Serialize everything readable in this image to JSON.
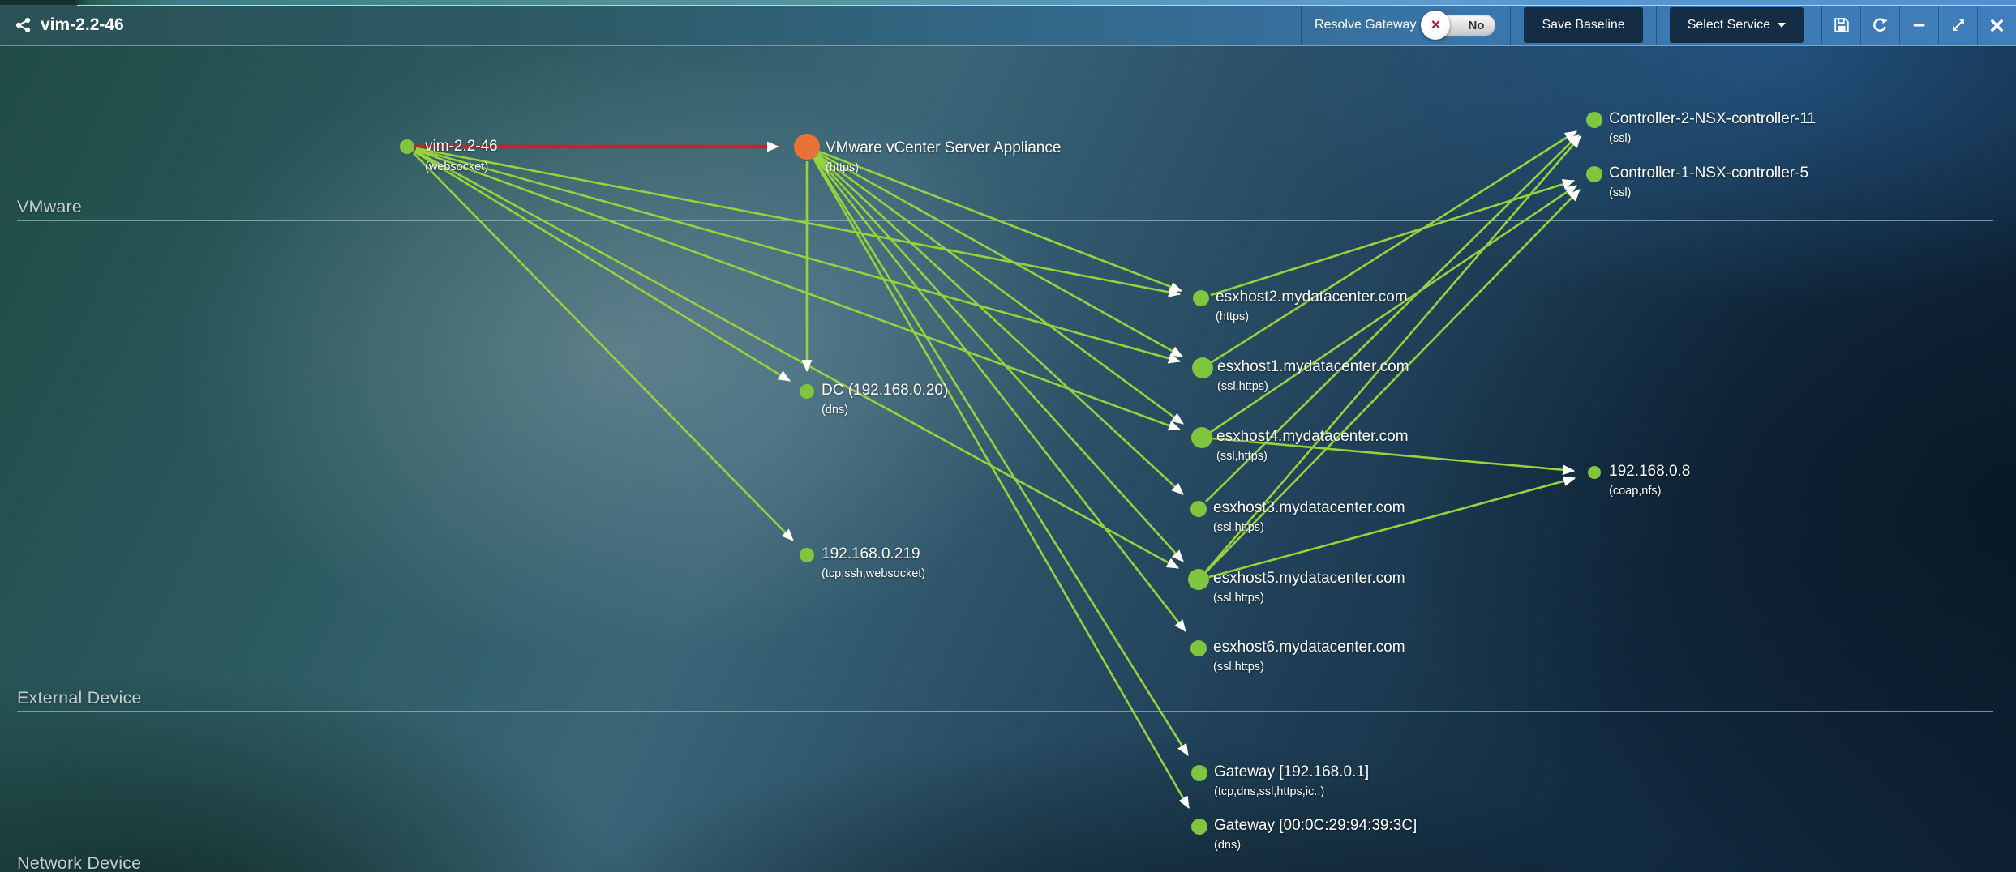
{
  "window": {
    "title": "vim-2.2-46"
  },
  "toolbar": {
    "resolve_gateway_label": "Resolve Gateway",
    "toggle_value": "No",
    "save_baseline_label": "Save Baseline",
    "select_service_label": "Select Service",
    "icons": [
      "save",
      "refresh",
      "minimize",
      "fullscreen",
      "close"
    ]
  },
  "sections": [
    {
      "label": "VMware"
    },
    {
      "label": "External Device"
    },
    {
      "label": "Network Device"
    }
  ],
  "graph": {
    "colors": {
      "node": "#7fc53d",
      "node_highlight": "#ea7138",
      "edge": "#97d23d",
      "edge_alert": "#c9251c",
      "arrow": "#ffffff"
    },
    "nodes": [
      {
        "id": "vim",
        "label": "vim-2.2-46",
        "sub": "(websocket)"
      },
      {
        "id": "vcenter",
        "label": "VMware vCenter Server Appliance",
        "sub": "(https)"
      },
      {
        "id": "controller2",
        "label": "Controller-2-NSX-controller-11",
        "sub": "(ssl)"
      },
      {
        "id": "controller1",
        "label": "Controller-1-NSX-controller-5",
        "sub": "(ssl)"
      },
      {
        "id": "esxhost2",
        "label": "esxhost2.mydatacenter.com",
        "sub": "(https)"
      },
      {
        "id": "esxhost1",
        "label": "esxhost1.mydatacenter.com",
        "sub": "(ssl,https)"
      },
      {
        "id": "esxhost4",
        "label": "esxhost4.mydatacenter.com",
        "sub": "(ssl,https)"
      },
      {
        "id": "esxhost3",
        "label": "esxhost3.mydatacenter.com",
        "sub": "(ssl,https)"
      },
      {
        "id": "esxhost5",
        "label": "esxhost5.mydatacenter.com",
        "sub": "(ssl,https)"
      },
      {
        "id": "esxhost6",
        "label": "esxhost6.mydatacenter.com",
        "sub": "(ssl,https)"
      },
      {
        "id": "ip-192-168-0-8",
        "label": "192.168.0.8",
        "sub": "(coap,nfs)"
      },
      {
        "id": "dc",
        "label": "DC (192.168.0.20)",
        "sub": "(dns)"
      },
      {
        "id": "ip-192-168-0-219",
        "label": "192.168.0.219",
        "sub": "(tcp,ssh,websocket)"
      },
      {
        "id": "gateway-ip",
        "label": "Gateway [192.168.0.1]",
        "sub": "(tcp,dns,ssl,https,ic..)"
      },
      {
        "id": "gateway-mac",
        "label": "Gateway [00:0C:29:94:39:3C]",
        "sub": "(dns)"
      }
    ],
    "edges": [
      {
        "source": "vim",
        "target": "vcenter",
        "status": "alert"
      },
      {
        "source": "vim",
        "target": "dc",
        "status": "ok"
      },
      {
        "source": "vim",
        "target": "ip-192-168-0-219",
        "status": "ok"
      },
      {
        "source": "vim",
        "target": "esxhost1",
        "status": "ok"
      },
      {
        "source": "vim",
        "target": "esxhost2",
        "status": "ok"
      },
      {
        "source": "vim",
        "target": "esxhost4",
        "status": "ok"
      },
      {
        "source": "vim",
        "target": "esxhost5",
        "status": "ok"
      },
      {
        "source": "vcenter",
        "target": "dc",
        "status": "ok"
      },
      {
        "source": "vcenter",
        "target": "esxhost1",
        "status": "ok"
      },
      {
        "source": "vcenter",
        "target": "esxhost2",
        "status": "ok"
      },
      {
        "source": "vcenter",
        "target": "esxhost3",
        "status": "ok"
      },
      {
        "source": "vcenter",
        "target": "esxhost4",
        "status": "ok"
      },
      {
        "source": "vcenter",
        "target": "esxhost5",
        "status": "ok"
      },
      {
        "source": "vcenter",
        "target": "esxhost6",
        "status": "ok"
      },
      {
        "source": "vcenter",
        "target": "gateway-ip",
        "status": "ok"
      },
      {
        "source": "vcenter",
        "target": "gateway-mac",
        "status": "ok"
      },
      {
        "source": "esxhost1",
        "target": "controller2",
        "status": "ok"
      },
      {
        "source": "esxhost3",
        "target": "controller2",
        "status": "ok"
      },
      {
        "source": "esxhost5",
        "target": "controller2",
        "status": "ok"
      },
      {
        "source": "esxhost2",
        "target": "controller1",
        "status": "ok"
      },
      {
        "source": "esxhost4",
        "target": "controller1",
        "status": "ok"
      },
      {
        "source": "esxhost5",
        "target": "controller1",
        "status": "ok"
      },
      {
        "source": "esxhost5",
        "target": "ip-192-168-0-8",
        "status": "ok"
      },
      {
        "source": "esxhost4",
        "target": "ip-192-168-0-8",
        "status": "ok"
      }
    ]
  }
}
